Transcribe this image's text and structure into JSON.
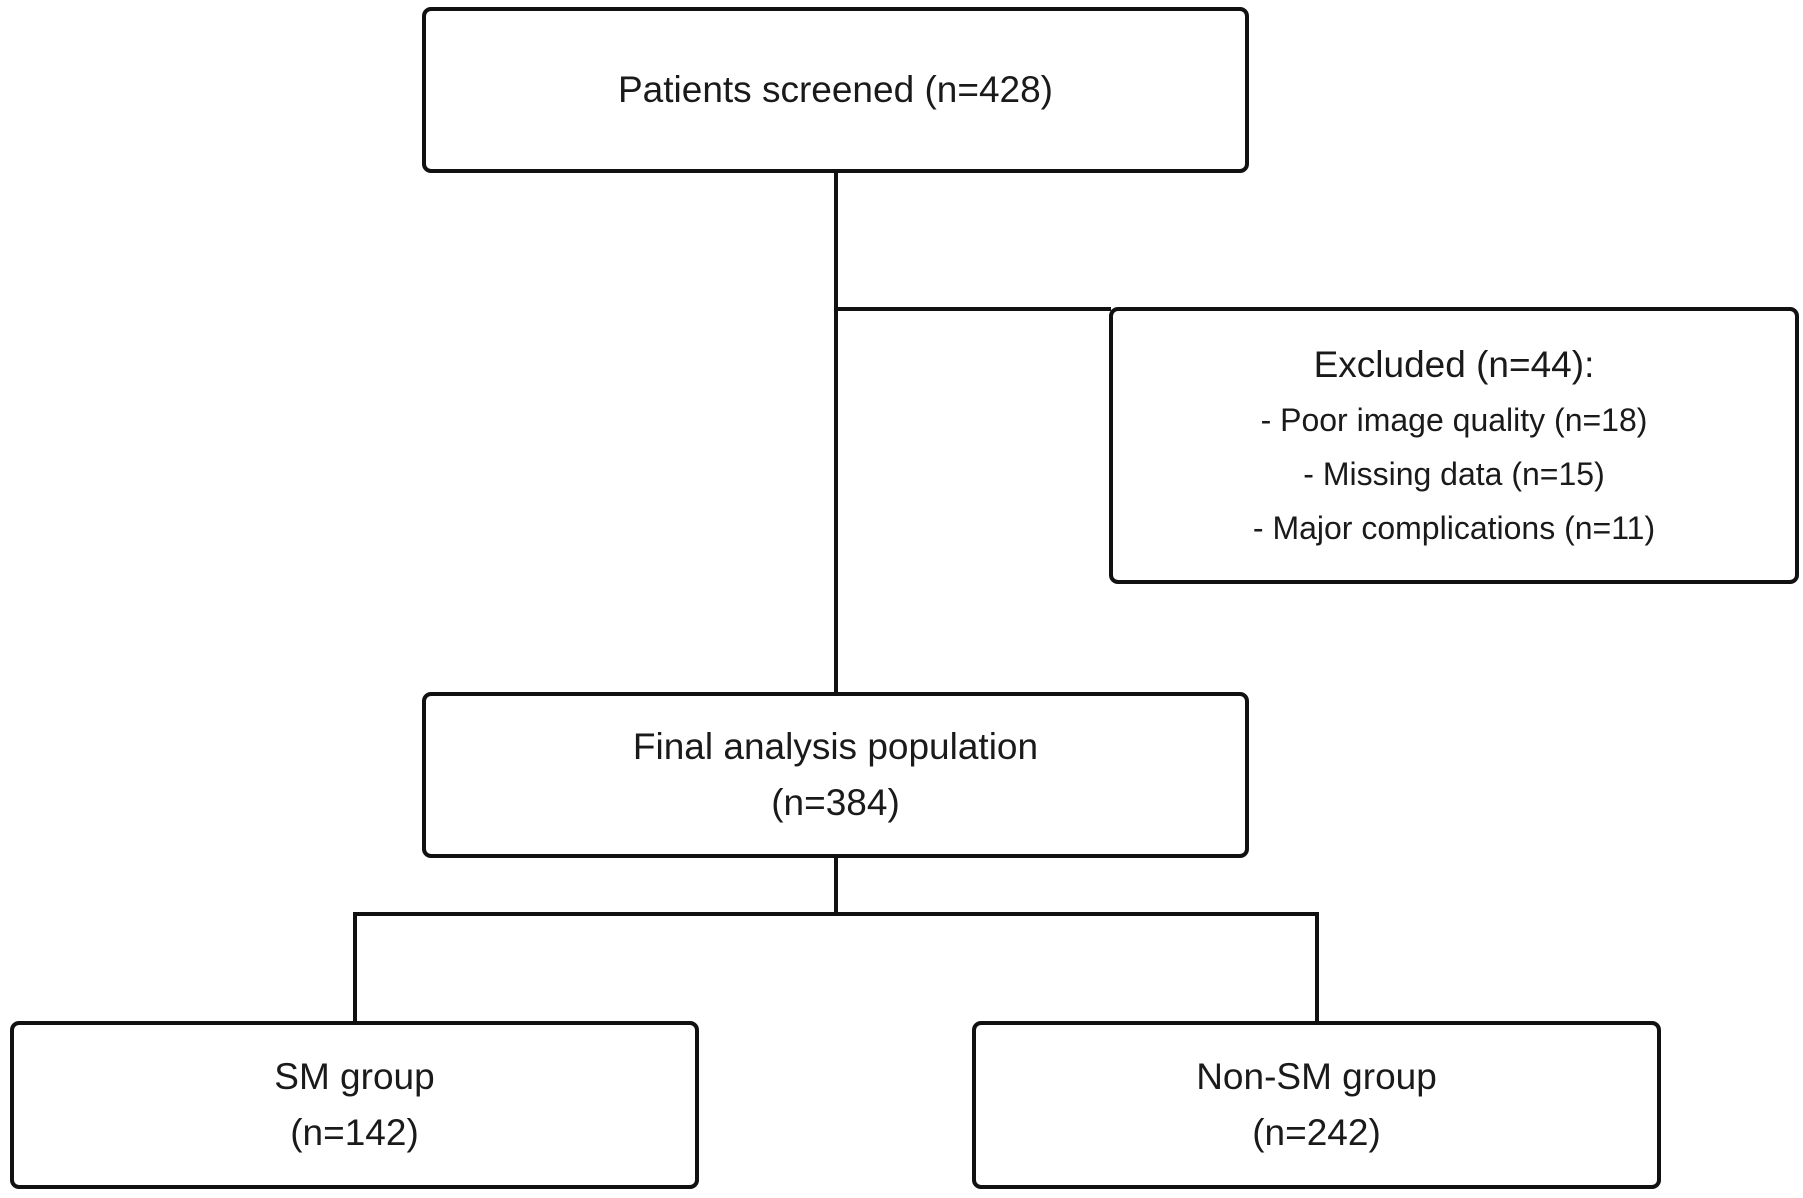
{
  "flowchart": {
    "screened": {
      "line1": "Patients screened (n=428)"
    },
    "excluded": {
      "title": "Excluded (n=44):",
      "reasons": [
        "- Poor image quality (n=18)",
        "- Missing data (n=15)",
        "- Major complications (n=11)"
      ]
    },
    "final": {
      "line1": "Final analysis population",
      "line2": "(n=384)"
    },
    "sm_group": {
      "line1": "SM group",
      "line2": "(n=142)"
    },
    "non_sm_group": {
      "line1": "Non-SM group",
      "line2": "(n=242)"
    }
  },
  "colors": {
    "stroke": "#111111",
    "text": "#1a1a1a",
    "background": "#ffffff"
  }
}
